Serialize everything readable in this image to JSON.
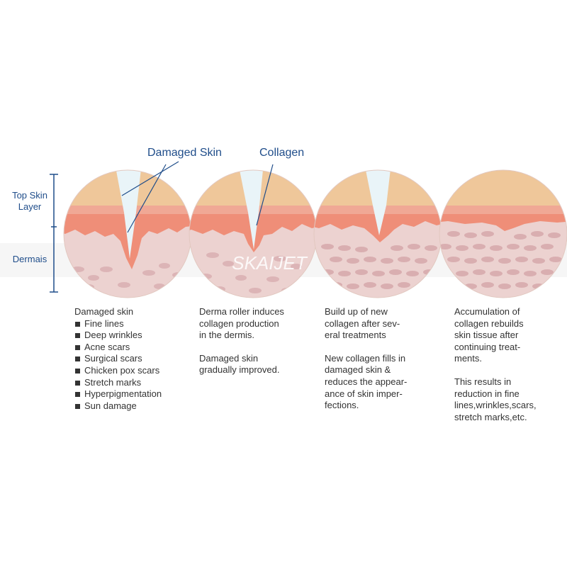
{
  "labels": {
    "damaged_skin": "Damaged Skin",
    "collagen": "Collagen",
    "top_skin_layer": "Top Skin\nLayer",
    "dermis": "Dermais"
  },
  "watermark": "SKAIJET",
  "colors": {
    "label_blue": "#1f4d8a",
    "top_layer": "#efc79a",
    "epidermis_red": "#ef8e78",
    "dermis": "#ecd2d0",
    "cells": "#d9aeb0",
    "needle": "#e9f4f8"
  },
  "columns": [
    {
      "title": "Damaged skin",
      "bullets": [
        "Fine lines",
        "Deep wrinkles",
        "Acne scars",
        "Surgical scars",
        "Chicken pox scars",
        "Stretch marks",
        "Hyperpigmentation",
        "Sun damage"
      ],
      "paragraph1": "",
      "paragraph2": ""
    },
    {
      "title": "",
      "bullets": [],
      "paragraph1": "Derma roller induces\ncollagen production\nin the dermis.",
      "paragraph2": "Damaged skin\ngradually improved."
    },
    {
      "title": "",
      "bullets": [],
      "paragraph1": "Build up of new\ncollagen after sev-\neral treatments",
      "paragraph2": "New collagen fills in\ndamaged skin &\nreduces the appear-\nance of skin imper-\nfections."
    },
    {
      "title": "",
      "bullets": [],
      "paragraph1": "Accumulation of\ncollagen rebuilds\nskin tissue after\ncontinuing treat-\nments.",
      "paragraph2": "This results in\nreduction in fine\nlines,wrinkles,scars,\nstretch marks,etc."
    }
  ]
}
